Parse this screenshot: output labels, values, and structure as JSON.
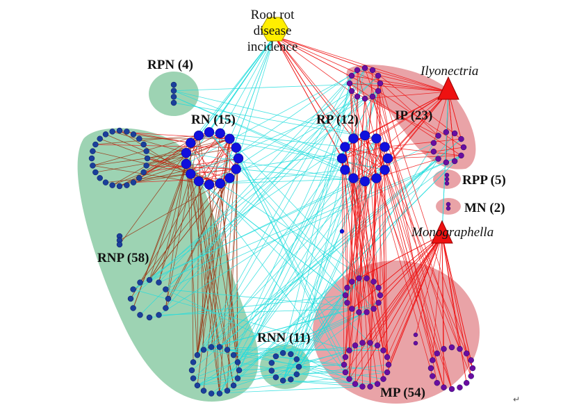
{
  "hubs": {
    "disease": {
      "lines": [
        "Root rot",
        "disease",
        "incidence"
      ],
      "color": "#ffee00"
    },
    "ilyonectria": {
      "label": "Ilyonectria",
      "color": "#ee1111"
    },
    "monographella": {
      "label": "Monographella",
      "color": "#ee1111"
    }
  },
  "groups": {
    "rpn": "RPN (4)",
    "rn": "RN (15)",
    "rp": "RP (12)",
    "ip": "IP (23)",
    "rpp": "RPP (5)",
    "mn": "MN (2)",
    "rnp": "RNP (58)",
    "rnn": "RNN (11)",
    "mp": "MP (54)"
  },
  "colors": {
    "negative_edge": "#22dddd",
    "positive_edge": "#ee1111",
    "network_edge": "#993311",
    "green_region": "#7cc49a",
    "pink_region": "#e07c82",
    "blue_node": "#1010dd",
    "purple_node": "#6a0da0",
    "navy_node": "#1a3f9a"
  },
  "return_mark": "↵"
}
